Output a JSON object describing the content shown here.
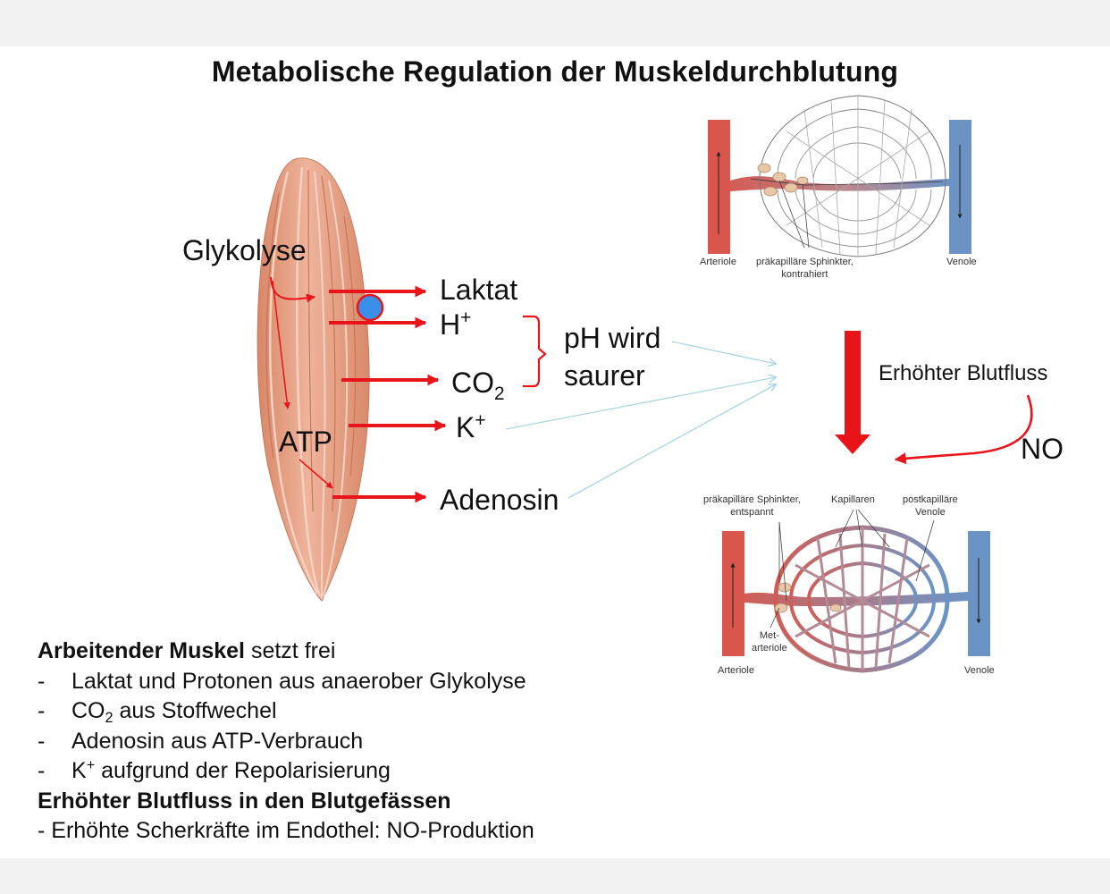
{
  "title": "Metabolische Regulation der Muskeldurchblutung",
  "muscle": {
    "glykolyse": "Glykolyse",
    "atp": "ATP"
  },
  "products": {
    "laktat": "Laktat",
    "h_base": "H",
    "h_sup": "+",
    "co2_base": "CO",
    "co2_sub": "2",
    "k_base": "K",
    "k_sup": "+",
    "adenosin": "Adenosin"
  },
  "ph_label": [
    "pH wird",
    "saurer"
  ],
  "flow": {
    "erhoehter_blutfluss": "Erhöhter Blutfluss",
    "no": "NO"
  },
  "top_diagram": {
    "arteriole": "Arteriole",
    "sphinkter_line1": "präkapilläre Sphinkter,",
    "sphinkter_line2": "kontrahiert",
    "venole": "Venole"
  },
  "bottom_diagram": {
    "sphinkter_line1": "präkapilläre Sphinkter,",
    "sphinkter_line2": "entspannt",
    "kapillaren": "Kapillaren",
    "postkap_line1": "postkapilläre",
    "postkap_line2": "Venole",
    "met_line1": "Met-",
    "met_line2": "arteriole",
    "arteriole": "Arteriole",
    "venole": "Venole"
  },
  "summary": {
    "head1_bold": "Arbeitender Muskel",
    "head1_rest": " setzt frei",
    "bullets": [
      {
        "dash": "-",
        "text": "Laktat und Protonen aus anaerober Glykolyse"
      },
      {
        "dash": "-",
        "pre": "CO",
        "sub": "2",
        "post": " aus Stoffwechel"
      },
      {
        "dash": "-",
        "text": "Adenosin aus ATP-Verbrauch"
      },
      {
        "dash": "-",
        "pre": "K",
        "sup": "+",
        "post": " aufgrund der Repolarisierung"
      }
    ],
    "head2_bold": "Erhöhter Blutfluss in den Blutgefässen",
    "line_last": "- Erhöhte Scherkräfte im Endothel: NO-Produktion"
  },
  "colors": {
    "arrow_red": "#e8141a",
    "muscle": "#e8a48a",
    "muscle_dark": "#d4805f",
    "dot_blue": "#3a8fe8",
    "thin_arrow": "#a9d6e2",
    "artery": "#d9564d",
    "vein": "#6b93c4"
  }
}
